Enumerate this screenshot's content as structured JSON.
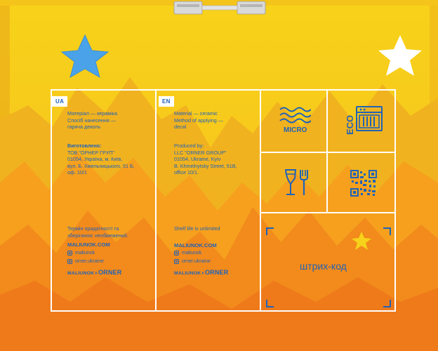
{
  "colors": {
    "top_yellow": "#f7d21a",
    "mid_orange": "#f6a31e",
    "bottom_orange": "#f07d1a",
    "mountain_light": "#f1b21f",
    "text_blue": "#1f63b8",
    "star_blue": "#4aa3e8",
    "star_white": "#ffffff",
    "star_yellow": "#f7d21a"
  },
  "ua": {
    "lang": "UA",
    "material": "Матеріал — кераміка",
    "method": "Спосіб нанесення —",
    "method2": "гаряча деколь",
    "made_by_title": "Виготовлено:",
    "company": "ТОВ \"ОРНЕР ГРУП\"",
    "address1": "01054, Україна, м. Київ,",
    "address2": "вул. Б. Хмельницького, 51 Б,",
    "address3": "оф. 10/1",
    "shelf1": "Термін придатності та",
    "shelf2": "зберігання: необмежений.",
    "site": "MALIUNOK.COM",
    "social1": "maliunok",
    "social2": "orner.ukraine",
    "logo_left": "MALIUNOK",
    "logo_x": "×",
    "logo_right": "ORNER"
  },
  "en": {
    "lang": "EN",
    "material": "Material — ceramic",
    "method": "Method of applying —",
    "method2": "decal",
    "made_by_title": "Produced by:",
    "company": "LLC \"ORNER GROUP\"",
    "address1": "01054, Ukraine, Kyiv",
    "address2": "B. Khmelnytsky Street, 51B,",
    "address3": "office 10/1.",
    "shelf1": "Shelf life is unlimited",
    "site": "MALIUNOK.COM",
    "social1": "maliunok",
    "social2": "orner.ukraine",
    "logo_left": "MALIUNOK",
    "logo_x": "×",
    "logo_right": "ORNER"
  },
  "icons": {
    "micro_label": "MICRO",
    "eco_label": "ECO",
    "barcode_label": "штрих-код"
  }
}
